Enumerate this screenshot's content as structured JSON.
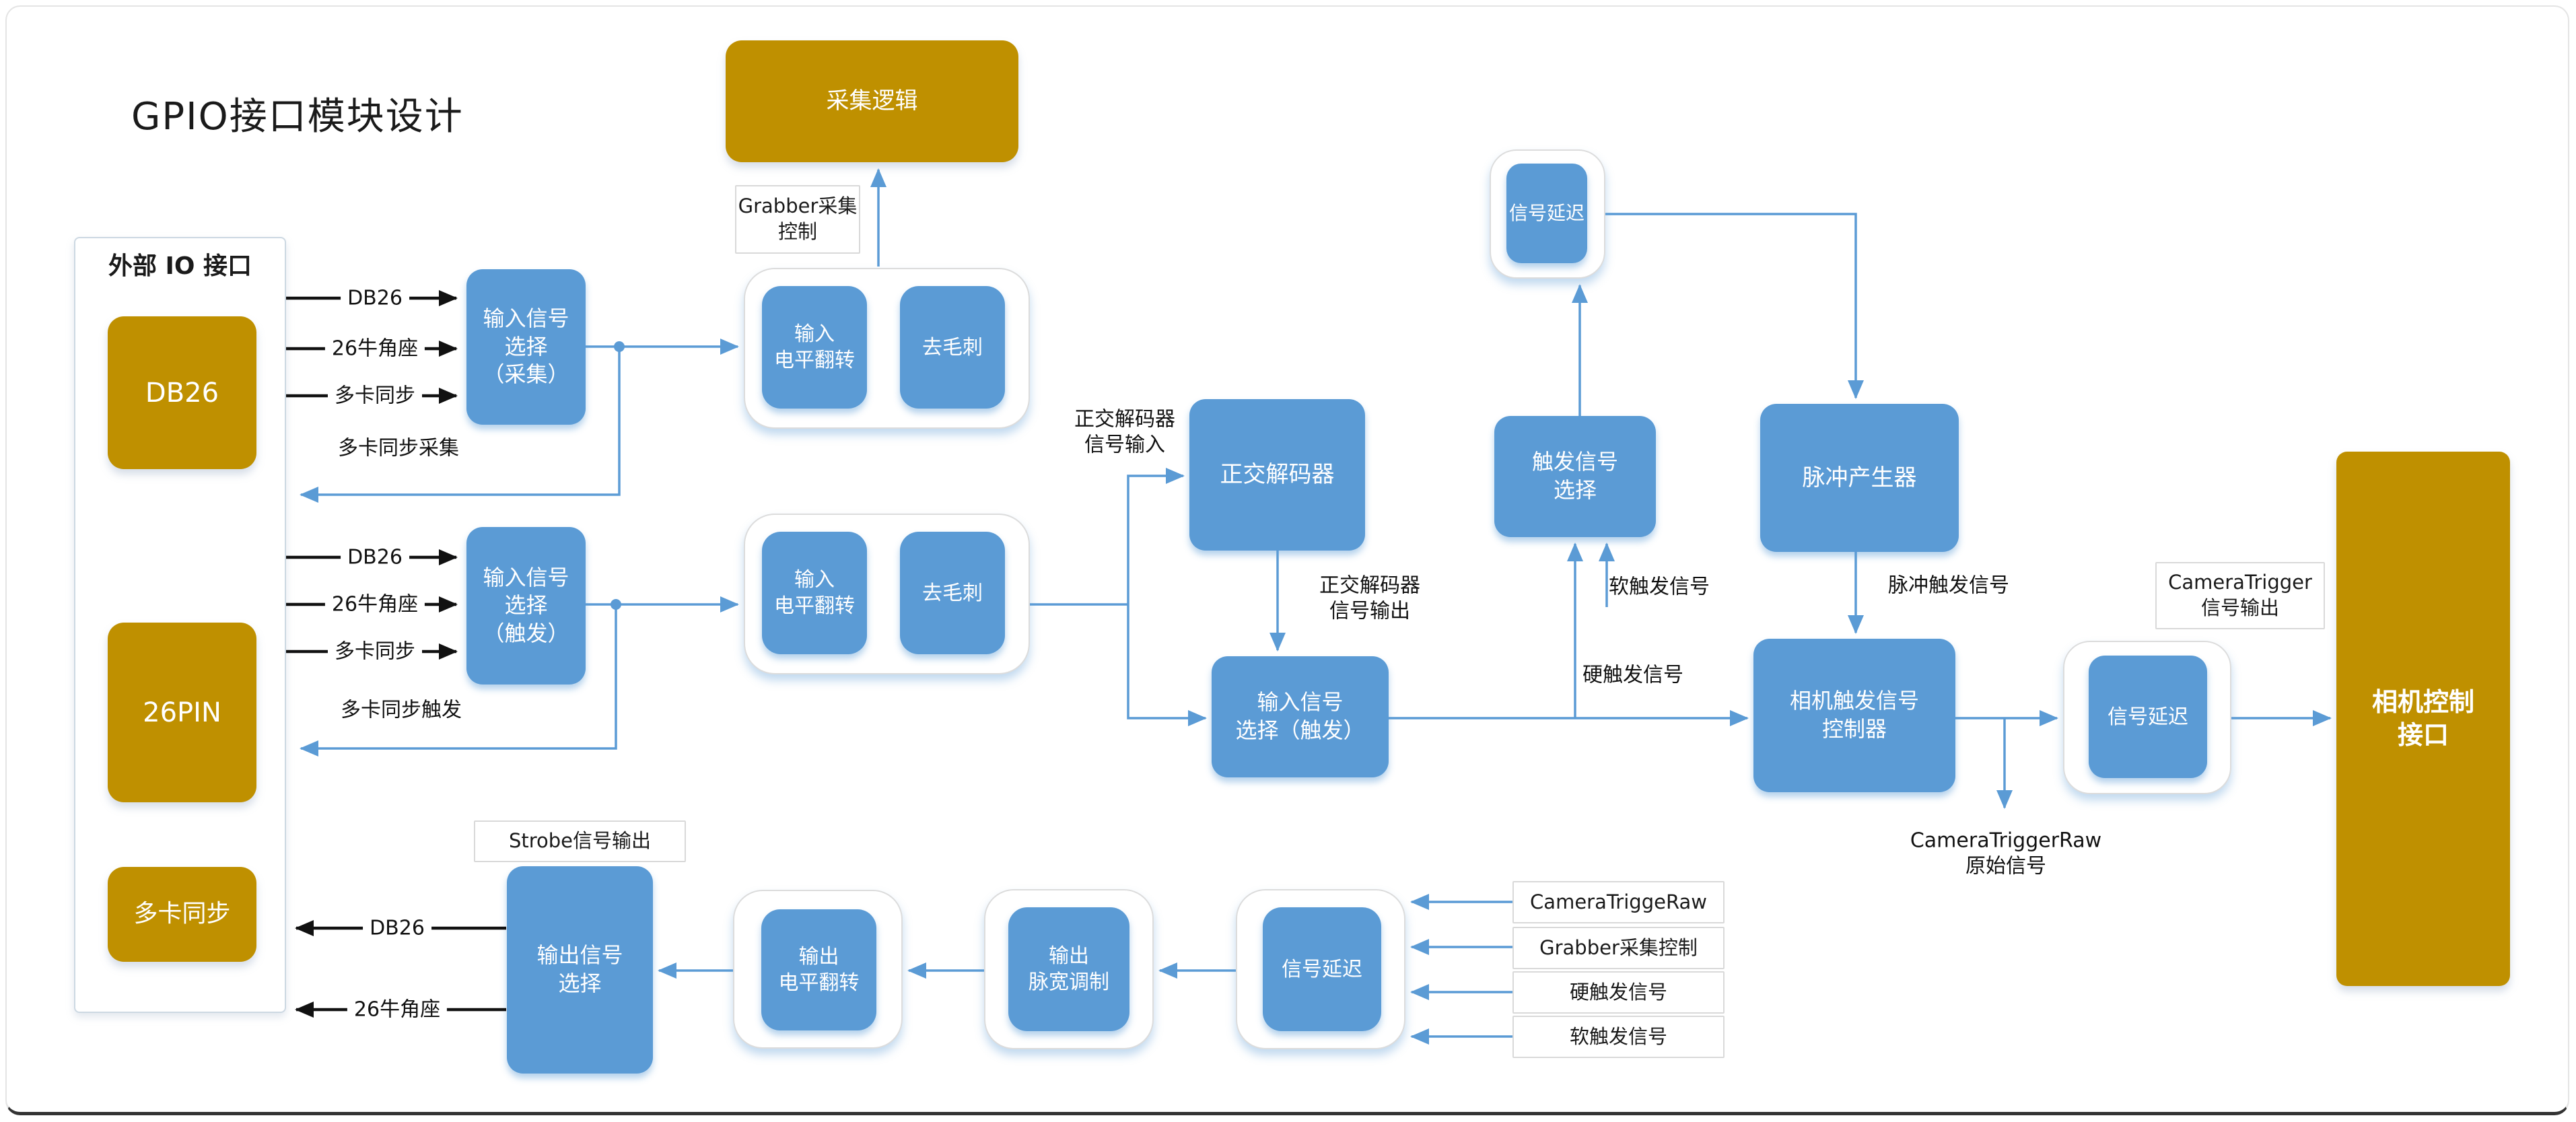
{
  "title": "GPIO接口模块设计",
  "colors": {
    "gold": "#BF9000",
    "blue": "#5B9BD5",
    "line_blue": "#5B9BD5",
    "line_black": "#111111",
    "label_border": "#d9d9d9",
    "container_border": "#ccd8e2"
  },
  "nodes": {
    "ext_io_title": "外部 IO 接口",
    "db26": "DB26",
    "pin26": "26PIN",
    "multi_sync": "多卡同步",
    "collect_logic": "采集逻辑",
    "grabber_ctrl_label": "Grabber采集\n控制",
    "in_sel_acq": "输入信号\n选择\n（采集）",
    "in_flip1": "输入\n电平翻转",
    "deglitch1": "去毛刺",
    "in_sel_trig": "输入信号\n选择\n（触发）",
    "in_flip2": "输入\n电平翻转",
    "deglitch2": "去毛刺",
    "quad_decoder": "正交解码器",
    "in_sel_trig2": "输入信号\n选择（触发）",
    "delay_top": "信号延迟",
    "trig_sig_sel": "触发信号\n选择",
    "pulse_gen": "脉冲产生器",
    "cam_trig_ctrl": "相机触发信号\n控制器",
    "delay_right": "信号延迟",
    "cam_trig_out_label": "CameraTrigger\n信号输出",
    "camera_iface": "相机控制\n接口",
    "strobe_label": "Strobe信号输出",
    "out_sel": "输出信号\n选择",
    "out_flip": "输出\n电平翻转",
    "out_pwm": "输出\n脉宽调制",
    "delay_bottom": "信号延迟",
    "lbl_camera_trigge_raw": "CameraTriggeRaw",
    "lbl_grabber_ctrl2": "Grabber采集控制",
    "lbl_hard_trig2": "硬触发信号",
    "lbl_soft_trig2": "软触发信号"
  },
  "edge_labels": {
    "db26_in_1": "DB26",
    "horn_in_1": "26牛角座",
    "sync_in_1": "多卡同步",
    "sync_acq_fb": "多卡同步采集",
    "db26_in_2": "DB26",
    "horn_in_2": "26牛角座",
    "sync_in_2": "多卡同步",
    "sync_trig_fb": "多卡同步触发",
    "qd_in": "正交解码器\n信号输入",
    "qd_out": "正交解码器\n信号输出",
    "soft_trig": "软触发信号",
    "pulse_trig": "脉冲触发信号",
    "hard_trig": "硬触发信号",
    "cam_trig_raw": "CameraTriggerRaw\n原始信号",
    "db26_out": "DB26",
    "horn_out": "26牛角座"
  }
}
